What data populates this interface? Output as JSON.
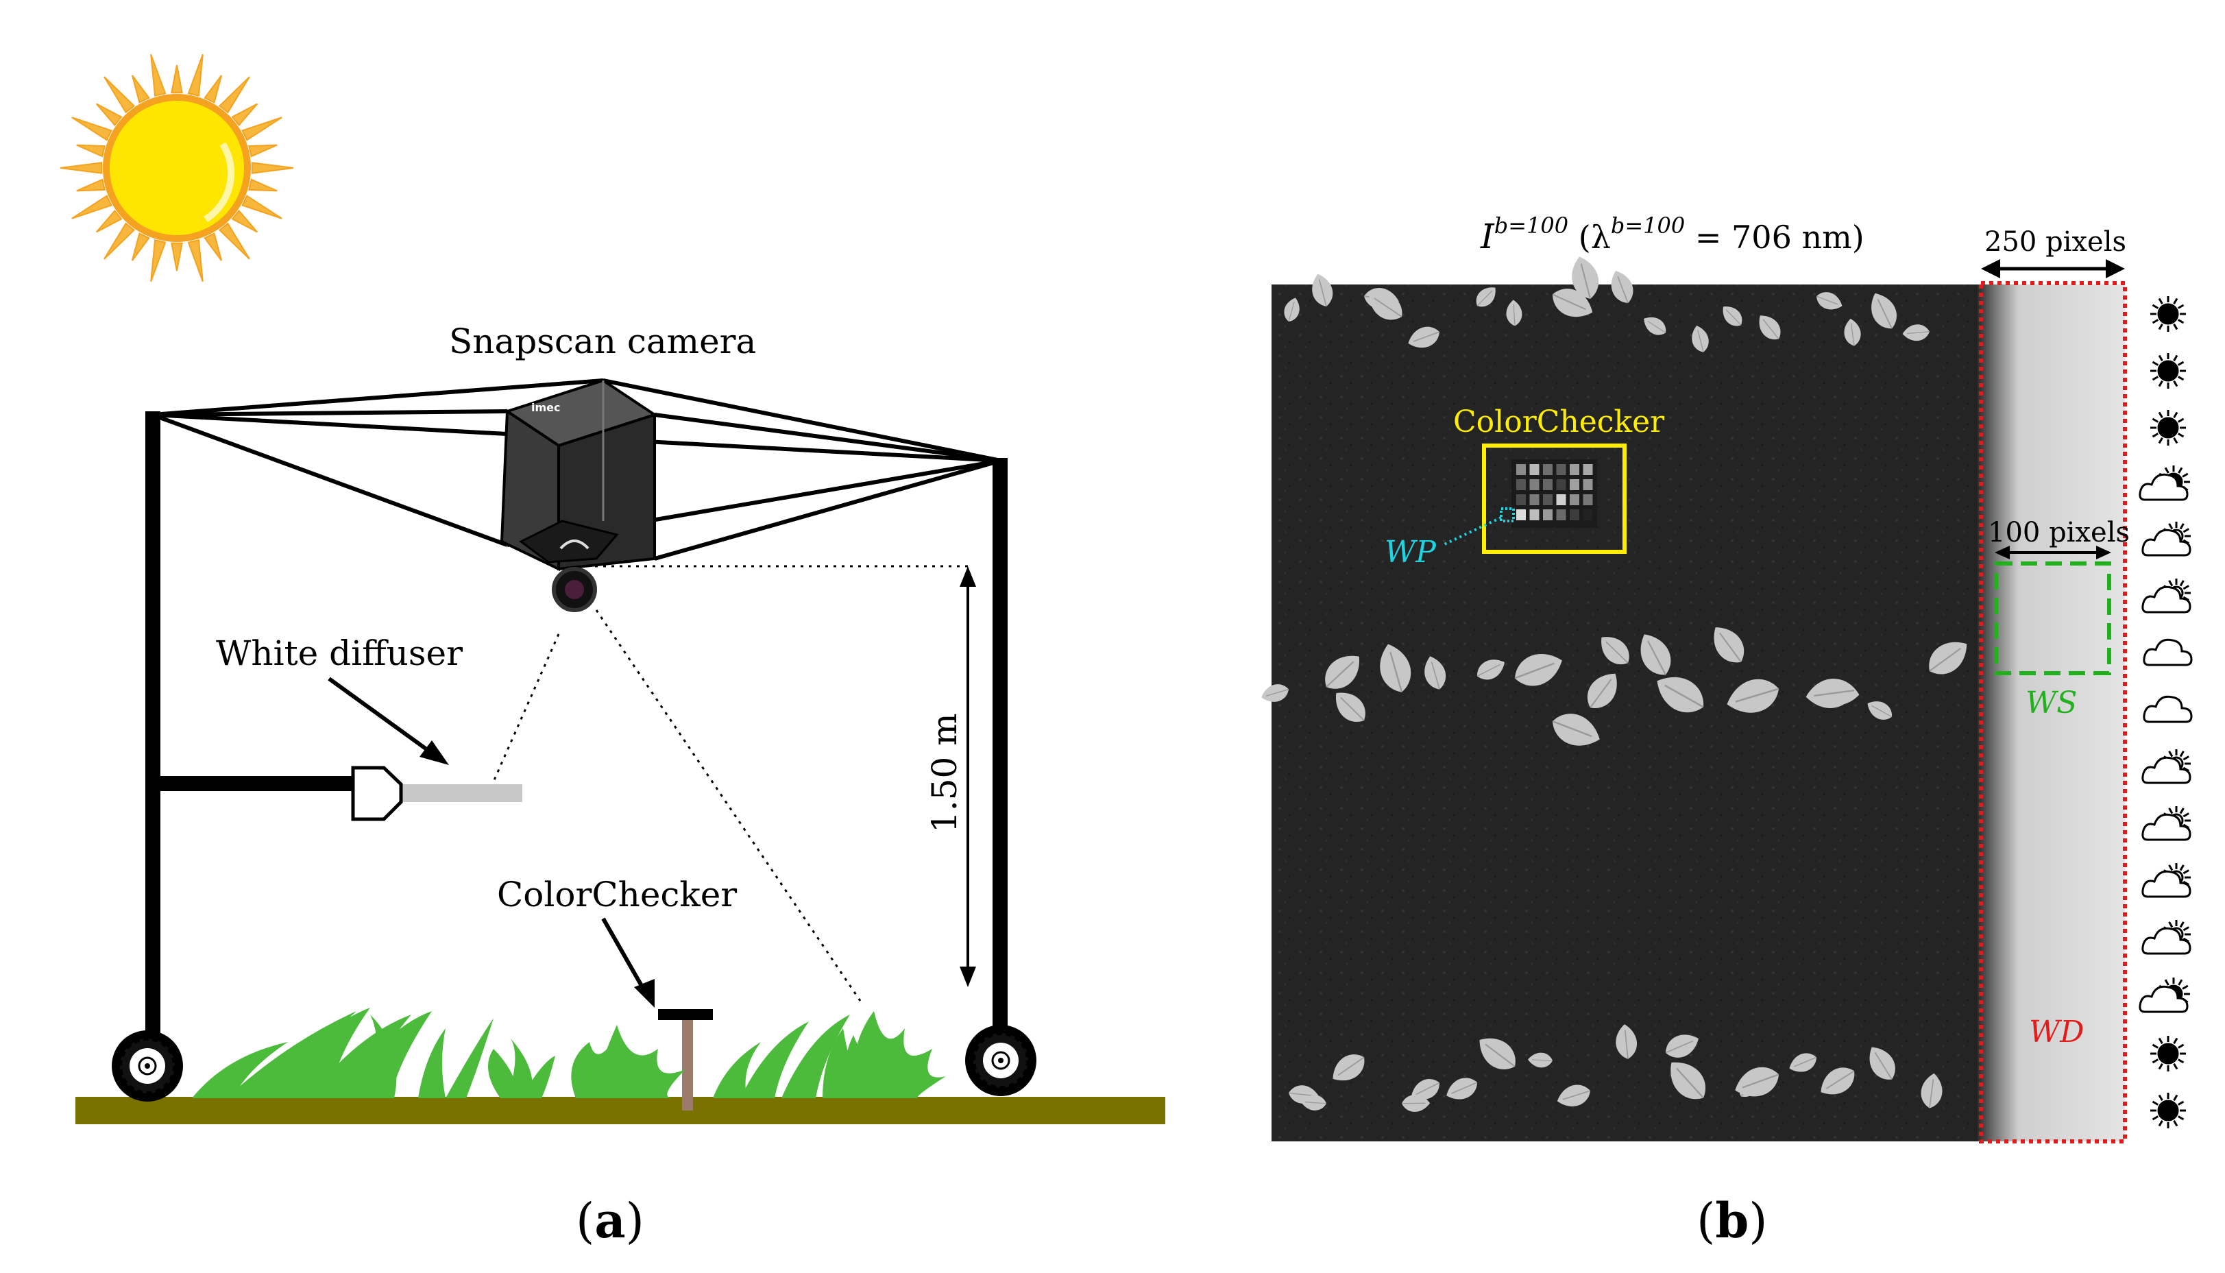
{
  "panel_a": {
    "camera_label": "Snapscan camera",
    "camera_brand": "imec",
    "diffuser_label": "White diffuser",
    "colorchecker_label": "ColorChecker",
    "height_label": "1.50 m",
    "caption_open": "(",
    "caption_letter": "a",
    "caption_close": ")"
  },
  "panel_b": {
    "title": "I^{b=100} (λ^{b=100} = 706 nm)",
    "title_I": "I",
    "title_sup1": "b=100",
    "title_mid": " (λ",
    "title_sup2": "b=100",
    "title_end": " = 706 nm)",
    "width_250_label": "250 pixels",
    "width_100_label": "100 pixels",
    "colorchecker_label": "ColorChecker",
    "wp_label": "WP",
    "ws_label": "WS",
    "wd_label": "WD",
    "caption_open": "(",
    "caption_letter": "b",
    "caption_close": ")",
    "weather_icons": [
      "sun-icon",
      "sun-icon",
      "sun-icon",
      "sun-behind-cloud-icon",
      "cloud-sun-icon",
      "cloud-sun-icon",
      "cloud-icon",
      "cloud-icon",
      "cloud-sun-icon",
      "cloud-sun-icon",
      "cloud-sun-icon",
      "cloud-sun-icon",
      "sun-behind-cloud-icon",
      "sun-icon",
      "sun-icon"
    ]
  },
  "colors": {
    "sun": "#ffe600",
    "sun_rays": "#f4a21f",
    "ground": "#7a7200",
    "plants": "#4cbb3c",
    "colorchecker_box": "#ffee00",
    "wp": "#1fd3e0",
    "ws": "#22b01e",
    "wd": "#e21b1b"
  }
}
